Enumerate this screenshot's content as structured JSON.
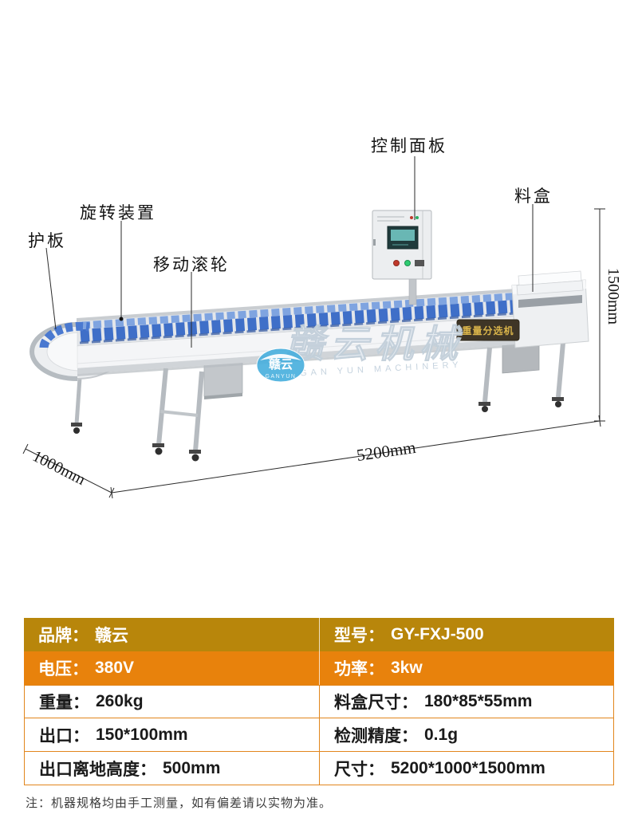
{
  "figure": {
    "labels": {
      "guard_plate": "护板",
      "rotating_device": "旋转装置",
      "moving_roller": "移动滚轮",
      "control_panel": "控制面板",
      "material_box": "料盒"
    },
    "dimensions": {
      "height": "1500mm",
      "length": "5200mm",
      "width": "1000mm"
    },
    "watermark": {
      "brand": "赣云机械",
      "brand_en": "GAN YUN MACHINERY",
      "logo": "赣云",
      "logo_en": "GANYUN"
    },
    "machine_plate": "重量分选机"
  },
  "spec_table": {
    "rows": [
      {
        "left_label": "品牌：",
        "left_value": "赣云",
        "right_label": "型号：",
        "right_value": "GY-FXJ-500"
      },
      {
        "left_label": "电压：",
        "left_value": "380V",
        "right_label": "功率：",
        "right_value": "3kw"
      },
      {
        "left_label": "重量：",
        "left_value": "260kg",
        "right_label": "料盒尺寸：",
        "right_value": "180*85*55mm"
      },
      {
        "left_label": "出口：",
        "left_value": "150*100mm",
        "right_label": "检测精度：",
        "right_value": "0.1g"
      },
      {
        "left_label": "出口离地高度：",
        "left_value": "500mm",
        "right_label": "尺寸：",
        "right_value": "5200*1000*1500mm"
      }
    ],
    "note": "注：机器规格均由手工测量，如有偏差请以实物为准。"
  },
  "colors": {
    "row1_bg": "#b8860b",
    "row2_bg": "#e8820c",
    "table_border": "#e2861c",
    "text_dark": "#1a1a1a",
    "cup_blue": "#3f6fc8"
  }
}
